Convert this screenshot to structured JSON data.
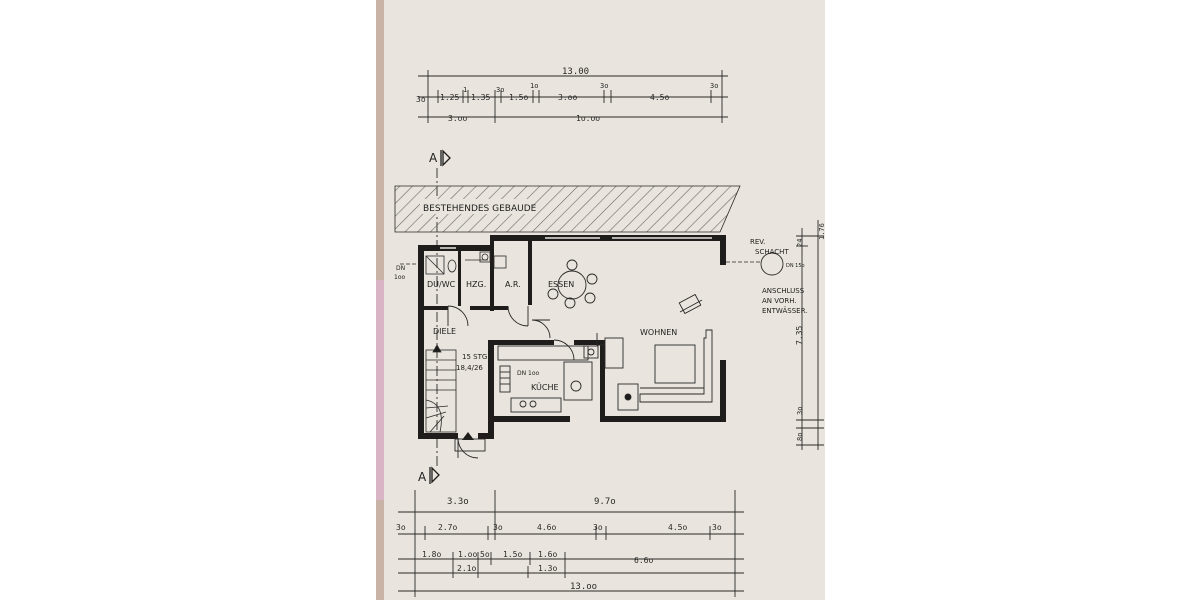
{
  "colors": {
    "background": "#ffffff",
    "paper": "#e9e5de",
    "ink": "#1e1d1c",
    "hatch": "#6a6560",
    "tile_left": "#c9b3a6"
  },
  "section_marker": {
    "label": "A"
  },
  "existing_building": {
    "label": "BESTEHENDES GEBAUDE"
  },
  "rooms": {
    "du_wc": "DU/WC",
    "hzg": "HZG.",
    "ar": "A.R.",
    "essen": "ESSEN",
    "wohnen": "WOHNEN",
    "diele": "DIELE",
    "kuche": "KÜCHE"
  },
  "annotations": {
    "dn_left": "DN",
    "dn_left_size": "1oo",
    "stairs_count": "15 STG",
    "stairs_ratio": "18,4/26",
    "stairs_ratio_sup": "2",
    "dn_kitchen": "DN 1oo",
    "rev": "REV.",
    "schacht": "SCHACHT",
    "dn_shaft": "DN 15o",
    "connection_1": "ANSCHLUSS",
    "connection_2": "AN VORH.",
    "connection_3": "ENTWÄSSER."
  },
  "dimensions_top": {
    "total": "13.00",
    "row2": [
      "3o",
      "1.25",
      "1",
      "1.35",
      "3o",
      "1.5o",
      "1o",
      "3.oo",
      "3o",
      "4.5o",
      "3o"
    ],
    "row3": [
      "3.oo",
      "1o.oo"
    ]
  },
  "dimensions_right": [
    "24",
    "1.76",
    "7.35",
    "3o",
    "8o"
  ],
  "dimensions_bottom": {
    "row1": [
      "3.3o",
      "9.7o"
    ],
    "row2": [
      "3o",
      "2.7o",
      "3o",
      "4.6o",
      "3o",
      "4.5o",
      "3o"
    ],
    "row3": [
      "1.8o",
      "1.oo",
      "5o",
      "1.5o",
      "1.6o",
      "6.6o"
    ],
    "row4": [
      "2.1o",
      "1.3o"
    ],
    "total": "13.oo"
  }
}
